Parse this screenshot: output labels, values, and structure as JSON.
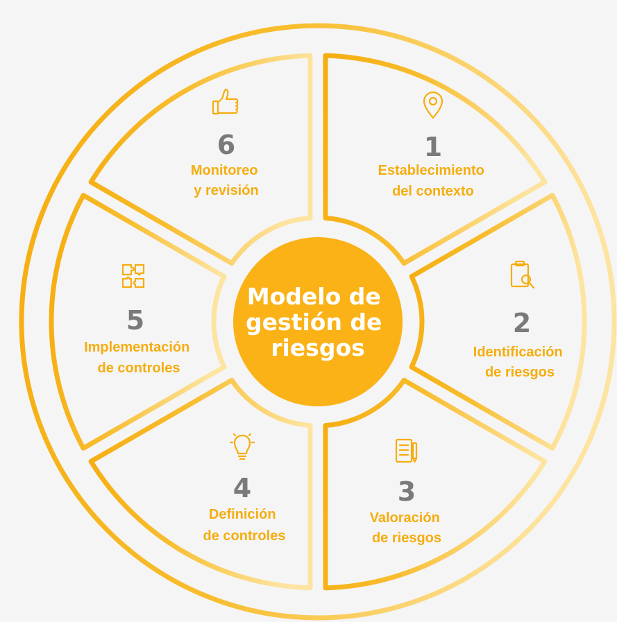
{
  "center": {
    "lines": [
      "Modelo de",
      "gestión de",
      "riesgos"
    ]
  },
  "steps": [
    {
      "number": "1",
      "lines": [
        "Establecimiento",
        "del contexto"
      ],
      "icon": "location-pin-icon"
    },
    {
      "number": "2",
      "lines": [
        "Identificación",
        "de riesgos"
      ],
      "icon": "clipboard-search-icon"
    },
    {
      "number": "3",
      "lines": [
        "Valoración",
        "de riesgos"
      ],
      "icon": "checklist-document-icon"
    },
    {
      "number": "4",
      "lines": [
        "Definición",
        "de controles"
      ],
      "icon": "lightbulb-icon"
    },
    {
      "number": "5",
      "lines": [
        "Implementación",
        "de controles"
      ],
      "icon": "puzzle-pieces-icon"
    },
    {
      "number": "6",
      "lines": [
        "Monitoreo",
        "y revisión"
      ],
      "icon": "thumbs-up-icon"
    }
  ],
  "colors": {
    "background": "#f5f5f5",
    "accent": "#f5ad0f",
    "accent_light": "#fde4a0",
    "center_fill": "#fbb217",
    "number_gray": "#7a7a7a",
    "label": "#f5ad0f"
  }
}
